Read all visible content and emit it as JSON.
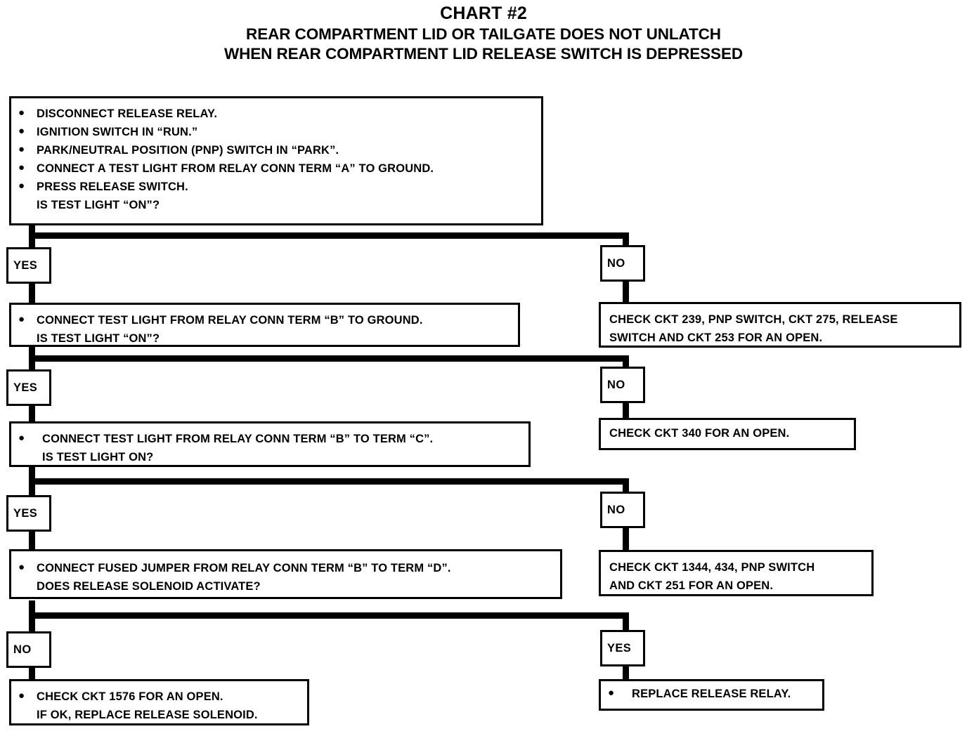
{
  "title": {
    "main": "CHART #2",
    "line2": "REAR COMPARTMENT LID OR TAILGATE DOES NOT UNLATCH",
    "line3": "WHEN REAR COMPARTMENT LID RELEASE SWITCH IS DEPRESSED"
  },
  "labels": {
    "yes": "YES",
    "no": "NO",
    "bullet": "●"
  },
  "chart_data": {
    "type": "diagram",
    "title": "CHART #2 — REAR COMPARTMENT LID OR TAILGATE DOES NOT UNLATCH WHEN REAR COMPARTMENT LID RELEASE SWITCH IS DEPRESSED",
    "nodes": [
      {
        "id": "step1",
        "kind": "test",
        "lines": [
          "DISCONNECT RELEASE RELAY.",
          "IGNITION SWITCH IN “RUN.”",
          "PARK/NEUTRAL POSITION (PNP) SWITCH IN “PARK”.",
          "CONNECT A TEST LIGHT FROM RELAY CONN TERM “A” TO GROUND.",
          "PRESS RELEASE SWITCH.",
          "IS TEST LIGHT “ON”?"
        ],
        "bulleted": [
          true,
          true,
          true,
          true,
          true,
          false
        ]
      },
      {
        "id": "step2",
        "kind": "test",
        "lines": [
          "CONNECT TEST LIGHT FROM RELAY CONN TERM “B” TO GROUND.",
          "IS TEST LIGHT “ON”?"
        ],
        "bulleted": [
          true,
          false
        ]
      },
      {
        "id": "step3",
        "kind": "test",
        "lines": [
          "CONNECT TEST LIGHT FROM RELAY CONN TERM “B” TO TERM “C”.",
          "IS TEST LIGHT ON?"
        ],
        "bulleted": [
          true,
          false
        ]
      },
      {
        "id": "step4",
        "kind": "test",
        "lines": [
          "CONNECT FUSED JUMPER FROM RELAY CONN TERM “B” TO TERM “D”.",
          "DOES RELEASE SOLENOID ACTIVATE?"
        ],
        "bulleted": [
          true,
          false
        ]
      },
      {
        "id": "result1",
        "kind": "action",
        "lines": [
          "CHECK CKT 239, PNP SWITCH, CKT 275, RELEASE",
          "SWITCH AND CKT 253 FOR AN OPEN."
        ],
        "bulleted": [
          false,
          false
        ]
      },
      {
        "id": "result2",
        "kind": "action",
        "lines": [
          "CHECK CKT 340 FOR AN OPEN."
        ],
        "bulleted": [
          false
        ]
      },
      {
        "id": "result3",
        "kind": "action",
        "lines": [
          "CHECK CKT 1344, 434, PNP SWITCH",
          "AND CKT 251 FOR AN OPEN."
        ],
        "bulleted": [
          false,
          false
        ]
      },
      {
        "id": "result4",
        "kind": "action",
        "lines": [
          "CHECK CKT 1576 FOR  AN OPEN.",
          "IF OK, REPLACE RELEASE SOLENOID."
        ],
        "bulleted": [
          true,
          false
        ]
      },
      {
        "id": "result5",
        "kind": "action",
        "lines": [
          "REPLACE RELEASE RELAY."
        ],
        "bulleted": [
          true
        ]
      }
    ],
    "edges": [
      {
        "from": "step1",
        "to": "step2",
        "label": "YES"
      },
      {
        "from": "step1",
        "to": "result1",
        "label": "NO"
      },
      {
        "from": "step2",
        "to": "step3",
        "label": "YES"
      },
      {
        "from": "step2",
        "to": "result2",
        "label": "NO"
      },
      {
        "from": "step3",
        "to": "step4",
        "label": "YES"
      },
      {
        "from": "step3",
        "to": "result3",
        "label": "NO"
      },
      {
        "from": "step4",
        "to": "result4",
        "label": "NO"
      },
      {
        "from": "step4",
        "to": "result5",
        "label": "YES"
      }
    ]
  },
  "boxes": {
    "step1": {
      "l1": "DISCONNECT RELEASE RELAY.",
      "l2": "IGNITION SWITCH IN “RUN.”",
      "l3": "PARK/NEUTRAL POSITION (PNP) SWITCH IN “PARK”.",
      "l4": "CONNECT A TEST LIGHT FROM RELAY CONN TERM “A” TO GROUND.",
      "l5": "PRESS RELEASE SWITCH.",
      "l6": "IS TEST LIGHT “ON”?"
    },
    "step2": {
      "l1": "CONNECT TEST LIGHT FROM RELAY CONN TERM “B” TO GROUND.",
      "l2": "IS TEST LIGHT “ON”?"
    },
    "step3": {
      "l1": "CONNECT TEST LIGHT FROM RELAY CONN TERM “B” TO TERM “C”.",
      "l2": "IS TEST LIGHT ON?"
    },
    "step4": {
      "l1": "CONNECT FUSED JUMPER FROM RELAY CONN TERM “B” TO TERM “D”.",
      "l2": "DOES RELEASE SOLENOID ACTIVATE?"
    },
    "result1": {
      "l1": "CHECK CKT 239, PNP SWITCH, CKT 275, RELEASE",
      "l2": "SWITCH AND CKT 253 FOR AN OPEN."
    },
    "result2": {
      "l1": "CHECK CKT 340 FOR AN OPEN."
    },
    "result3": {
      "l1": "CHECK CKT 1344, 434, PNP SWITCH",
      "l2": "AND CKT 251 FOR AN OPEN."
    },
    "result4": {
      "l1": "CHECK CKT 1576 FOR  AN OPEN.",
      "l2": "IF OK, REPLACE RELEASE SOLENOID."
    },
    "result5": {
      "l1": "REPLACE RELEASE RELAY."
    }
  },
  "branch_labels": {
    "r1_left": "YES",
    "r1_right": "NO",
    "r2_left": "YES",
    "r2_right": "NO",
    "r3_left": "YES",
    "r3_right": "NO",
    "r4_left": "NO",
    "r4_right": "YES"
  }
}
